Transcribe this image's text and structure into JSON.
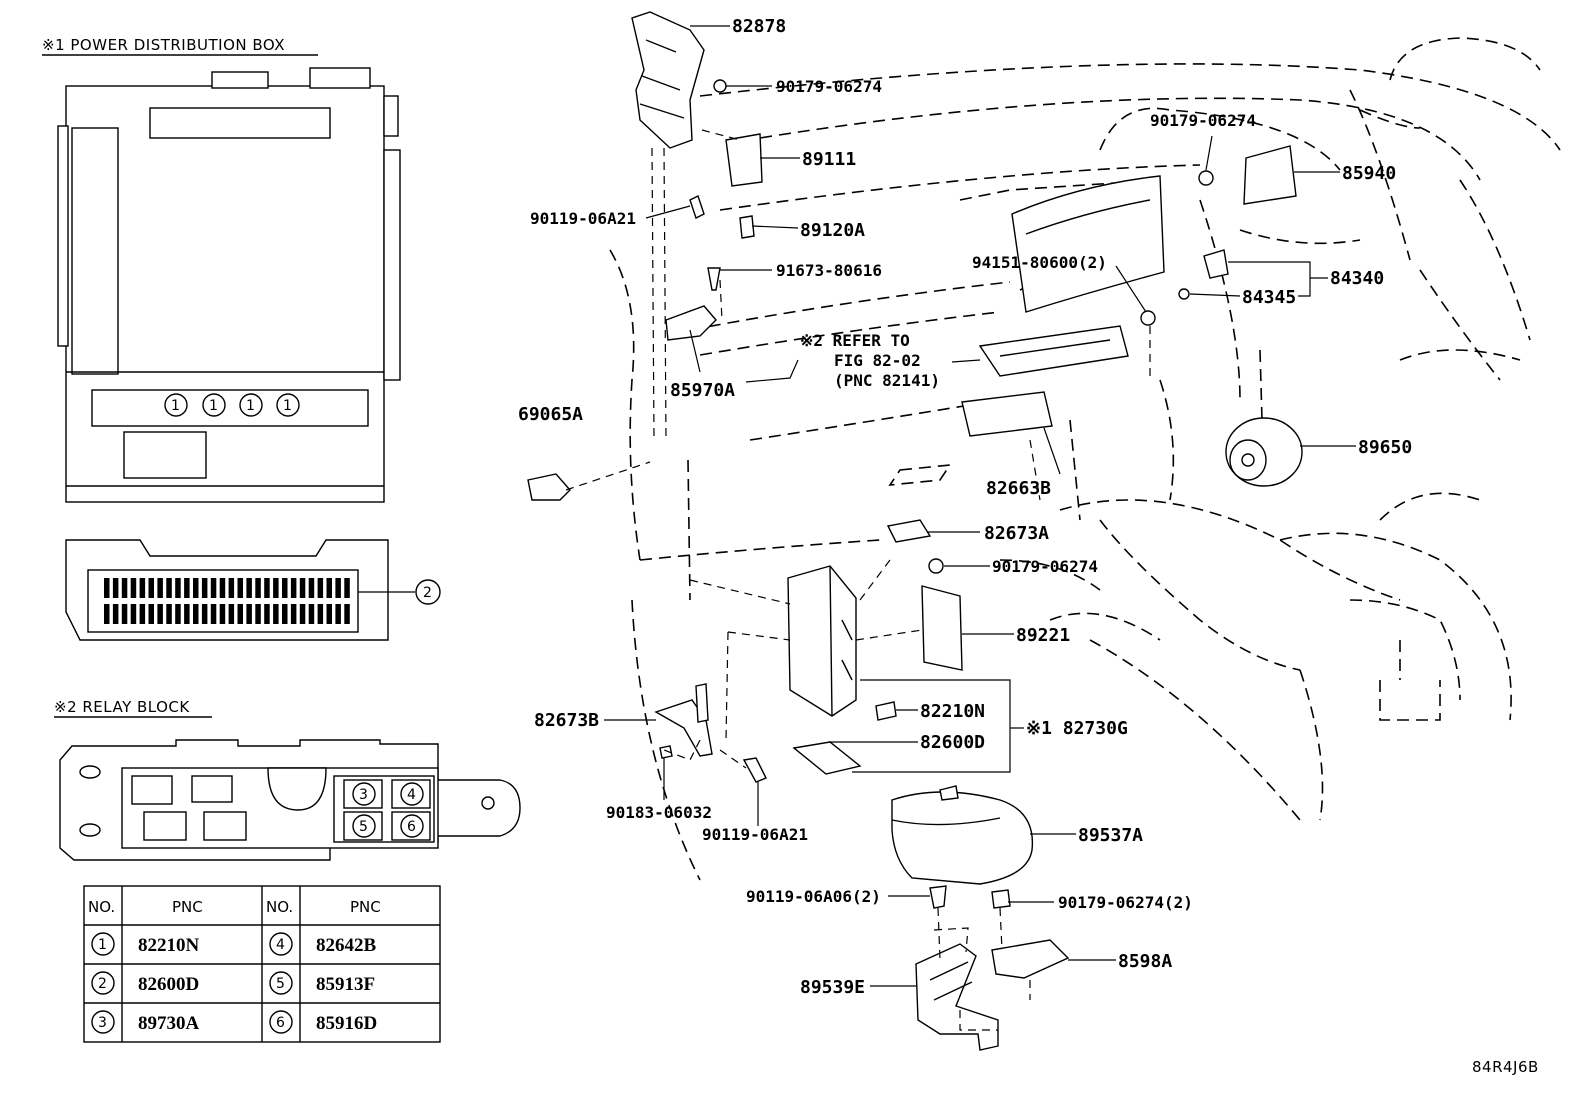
{
  "captions": {
    "power_box": "※1 POWER DISTRIBUTION BOX",
    "relay_block": "※2 RELAY BLOCK"
  },
  "box_circle_labels": [
    "1",
    "1",
    "1",
    "1",
    "2"
  ],
  "relay_circle_labels": [
    "3",
    "4",
    "5",
    "6"
  ],
  "table": {
    "headers": [
      "NO.",
      "PNC",
      "NO.",
      "PNC"
    ],
    "rows": [
      {
        "no1": "1",
        "pnc1": "82210N",
        "no2": "4",
        "pnc2": "82642B"
      },
      {
        "no1": "2",
        "pnc1": "82600D",
        "no2": "5",
        "pnc2": "85913F"
      },
      {
        "no1": "3",
        "pnc1": "89730A",
        "no2": "6",
        "pnc2": "85916D"
      }
    ]
  },
  "parts": {
    "p82878": "82878",
    "p90179_a": "90179-06274",
    "p89111": "89111",
    "p90119_06A21_a": "90119-06A21",
    "p89120A": "89120A",
    "p91673": "91673-80616",
    "p85970A": "85970A",
    "p69065A": "69065A",
    "p94151": "94151-80600(2)",
    "ref_line1": "※2 REFER TO",
    "ref_line2": "FIG 82-02",
    "ref_line3": "(PNC 82141)",
    "p90179_b": "90179-06274",
    "p85940": "85940",
    "p84340": "84340",
    "p84345": "84345",
    "p89650": "89650",
    "p82663B": "82663B",
    "p82673A": "82673A",
    "p90179_c": "90179-06274",
    "p89221": "89221",
    "p82210N": "82210N",
    "p82600D": "82600D",
    "p82730G": "※1 82730G",
    "p82673B": "82673B",
    "p90183": "90183-06032",
    "p90119_06A21_b": "90119-06A21",
    "p89537A": "89537A",
    "p90119_06A06": "90119-06A06(2)",
    "p90179_d": "90179-06274(2)",
    "p8598A": "8598A",
    "p89539E": "89539E"
  },
  "figure_code": "84R4J6B"
}
